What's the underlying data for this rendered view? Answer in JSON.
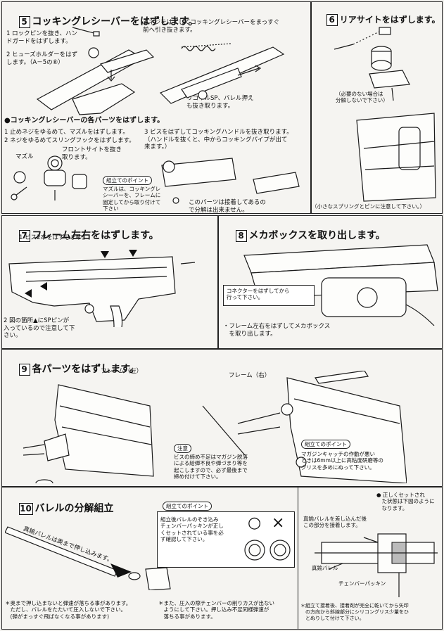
{
  "step5": {
    "num": "5",
    "title": "コッキングレシーバーをはずします。",
    "note1": "1 ロックピンを抜き、ハン\nドガードをはずします。",
    "note2": "2 ヒューズホルダーをはず\nします。（A－5の⑧）",
    "note3": "3 ネジをはずしてコッキングレシーバーをまっすぐ\n前へ引き抜きます。",
    "note4": "リコイルSP、バレル押え\nも抜き取ります。"
  },
  "step5b": {
    "title": "●コッキングレシーバーの各パーツをはずします。",
    "note1": "1 止めネジをゆるめて、マズルをはずします。",
    "note2": "2 ネジをゆるめてスリングフックをはずします。",
    "note3": "フロントサイトを抜き\n取ります。",
    "note4": "3 ビスをはずしてコッキングハンドルを抜き取ります。\n（ハンドルを抜くと、中からコッキングパイプが出て\n来ます。）",
    "label_muzzle": "マズル",
    "point_title": "組立てのポイント",
    "point_body": "マズルは、コッキングレ\nシーバーを、フレームに\n固定してから取り付けて\n下さい",
    "note5": "このパーツは接着してあるの\nで分解は出来ません。"
  },
  "step6": {
    "num": "6",
    "title": "リアサイトをはずします。",
    "note1": "（必要のない場合は\n分解しないで下さい）",
    "note2": "（小さなスプリングとピンに注意して下さい。）"
  },
  "step7": {
    "num": "7",
    "title": "フレーム左右をはずします。",
    "note1": "1 ビス2本をはずします。",
    "note2": "2 図の箇所▲にSPピンが\n入っているので注意して下\nさい。"
  },
  "step8": {
    "num": "8",
    "title": "メカボックスを取り出します。",
    "note1": "コネクターをはずしてから\n行って下さい。",
    "note2": "・フレーム左右をはずしてメカボックス\n　を取り出します。"
  },
  "step9": {
    "num": "9",
    "title": "各パーツをはずします。",
    "label_left": "フレーム（左）",
    "label_right": "フレーム（右）",
    "caution_title": "注意",
    "caution_body": "ビスの締め不足はマガジン脱落\nによる給弾不良や弾づまり等を\n起こしますので、必ず最後まで\n締め付けて下さい。",
    "point_title": "組立てのポイント",
    "point_body": "マガジンキャッチの作動が悪い\nときは6mm以上に高粘度研磨等の\nグリスを多めにぬって下さい。"
  },
  "step10": {
    "num": "10",
    "title": "バレルの分解組立",
    "barrel_text": "真鍮バレルは奥まで押し込みます。",
    "note1": "＊奥まで押し込まないと弾速が落ちる事があります。\n　ただし、バレルをたたいて圧入しないで下さい。\n　(弾がまっすぐ飛ばなくなる事があります)",
    "point_title": "組立てのポイント",
    "point_body": "組立後バレルのぞき込み\nチェンバーパッキンが正し\nくセットされている事を必\nず確認して下さい。",
    "symbol_ok": "○",
    "symbol_ng": "×",
    "note2": "＊また、圧入の際チェンバーの削りカスが出ない\n　ようにして下さい。押し込み不足同様弾速が\n　落ちる事があります。",
    "right_note1": "● 正しくセットされ\n　た状態は下図のように\n　なります。",
    "right_note2": "真鍮バレルを差し込んだ後\nこの部分を接着します。",
    "label_barrel": "真鍮バレル",
    "label_packing": "チェンバーパッキン",
    "right_note3": "＊組立て接着後、接着剤が完全に乾いてから矢印\n　の方向から斜線部分にシリコングリス少量をひ\n　とぬりして付けて下さい。"
  }
}
